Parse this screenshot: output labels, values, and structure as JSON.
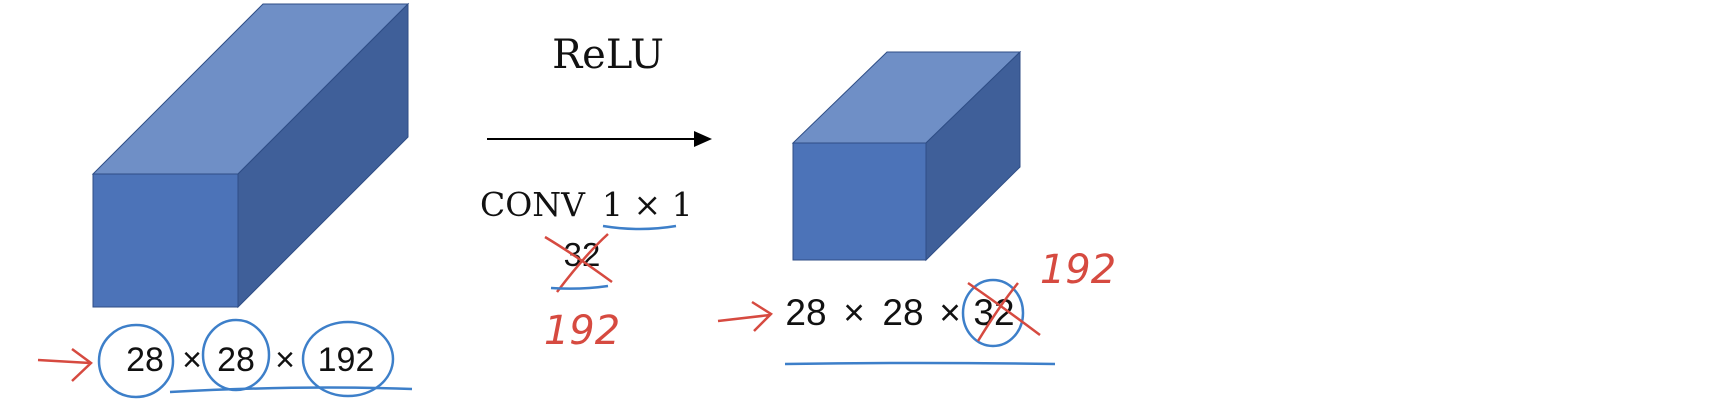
{
  "diagram": {
    "activation_label": "ReLU",
    "conv_label": "CONV",
    "conv_filter_size": "1 × 1",
    "conv_filter_count": "32",
    "conv_filter_count_new": "192",
    "input": {
      "height": "28",
      "width": "28",
      "channels": "192",
      "times": "×"
    },
    "output": {
      "height": "28",
      "width": "28",
      "channels": "32",
      "channels_new": "192",
      "times": "×"
    }
  },
  "colors": {
    "cube_front": "#4c73b8",
    "cube_top": "#6f8fc6",
    "cube_side": "#3f5f99",
    "cube_edge": "#2f4e86",
    "ink_blue": "#3d7fc9",
    "ink_red": "#d64a40",
    "text": "#111111"
  }
}
